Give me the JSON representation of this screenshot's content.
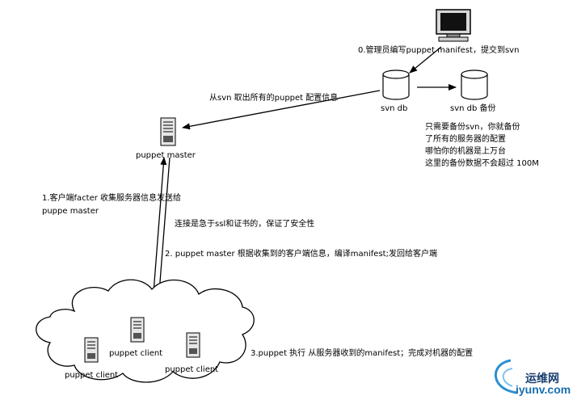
{
  "labels": {
    "step0": "0.管理员编写puppet manifest，提交到svn",
    "svn_db": "svn db",
    "svn_backup": "svn db 备份",
    "fetch_config": "从svn 取出所有的puppet 配置信息",
    "puppet_master": "puppet master",
    "step1_line1": "1.客户端facter 收集服务器信息发送给",
    "step1_line2": "puppe master",
    "ssl_note": "连接是急于ssl和证书的，保证了安全性",
    "step2": "2. puppet master 根据收集到的客户端信息，编译manifest;发回给客户端",
    "step3": "3.puppet 执行 从服务器收到的manifest；完成对机器的配置",
    "client1": "puppet client",
    "client2": "puppet client",
    "client3": "puppet client"
  },
  "backup_note": [
    "只需要备份svn，你就备份",
    "了所有的服务器的配置",
    "哪怕你的机器是上万台",
    "这里的备份数据不会超过 100M"
  ],
  "watermark": {
    "cn": "运维网",
    "en": "iyunv.com"
  },
  "icons": [
    "computer-monitor-icon",
    "database-icon",
    "server-icon",
    "cloud-shape"
  ]
}
